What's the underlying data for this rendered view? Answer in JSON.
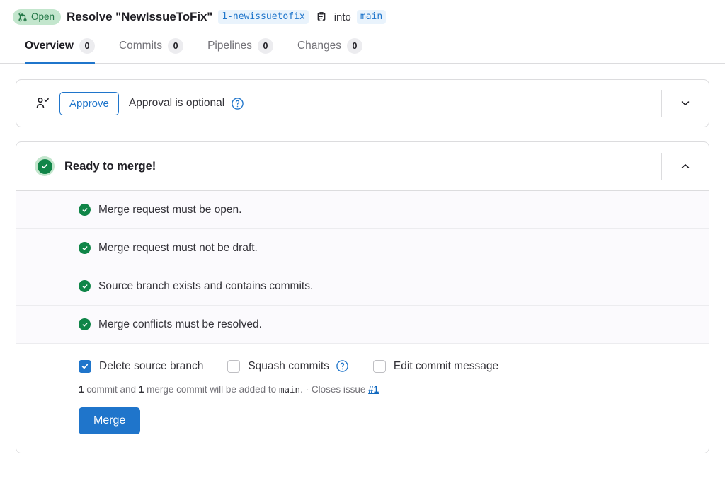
{
  "header": {
    "status_badge": {
      "label": "Open",
      "icon": "merge-request-icon",
      "bg": "#c3e6cd",
      "fg": "#217645"
    },
    "title": "Resolve \"NewIssueToFix\"",
    "source_branch": "1-newissuetofix",
    "copy_icon": "copy-to-clipboard-icon",
    "into_label": "into",
    "target_branch": "main"
  },
  "tabs": [
    {
      "label": "Overview",
      "count": "0",
      "active": true
    },
    {
      "label": "Commits",
      "count": "0",
      "active": false
    },
    {
      "label": "Pipelines",
      "count": "0",
      "active": false
    },
    {
      "label": "Changes",
      "count": "0",
      "active": false
    }
  ],
  "approval": {
    "user_icon": "user-check-icon",
    "approve_label": "Approve",
    "status_text": "Approval is optional",
    "help_icon": "question-circle-icon",
    "expand_icon": "chevron-down-icon"
  },
  "merge_widget": {
    "status_icon": "check-circle-icon",
    "status_title": "Ready to merge!",
    "collapse_icon": "chevron-up-icon",
    "checks": [
      {
        "text": "Merge request must be open.",
        "state": "passed"
      },
      {
        "text": "Merge request must not be draft.",
        "state": "passed"
      },
      {
        "text": "Source branch exists and contains commits.",
        "state": "passed"
      },
      {
        "text": "Merge conflicts must be resolved.",
        "state": "passed"
      }
    ],
    "options": [
      {
        "label": "Delete source branch",
        "checked": true,
        "help": false
      },
      {
        "label": "Squash commits",
        "checked": false,
        "help": true,
        "help_icon": "question-circle-icon"
      },
      {
        "label": "Edit commit message",
        "checked": false,
        "help": false
      }
    ],
    "summary": {
      "commit_count": "1",
      "text_1": "commit and",
      "merge_commit_count": "1",
      "text_2": "merge commit will be added to",
      "target_branch": "main",
      "separator": ".  ·  Closes issue",
      "issue_link": "#1"
    },
    "merge_button": "Merge"
  },
  "colors": {
    "accent_blue": "#1f75cb",
    "success_green": "#108548",
    "badge_green_bg": "#c3e6cd",
    "link_blue": "#1068bf",
    "border": "#dcdcde"
  }
}
